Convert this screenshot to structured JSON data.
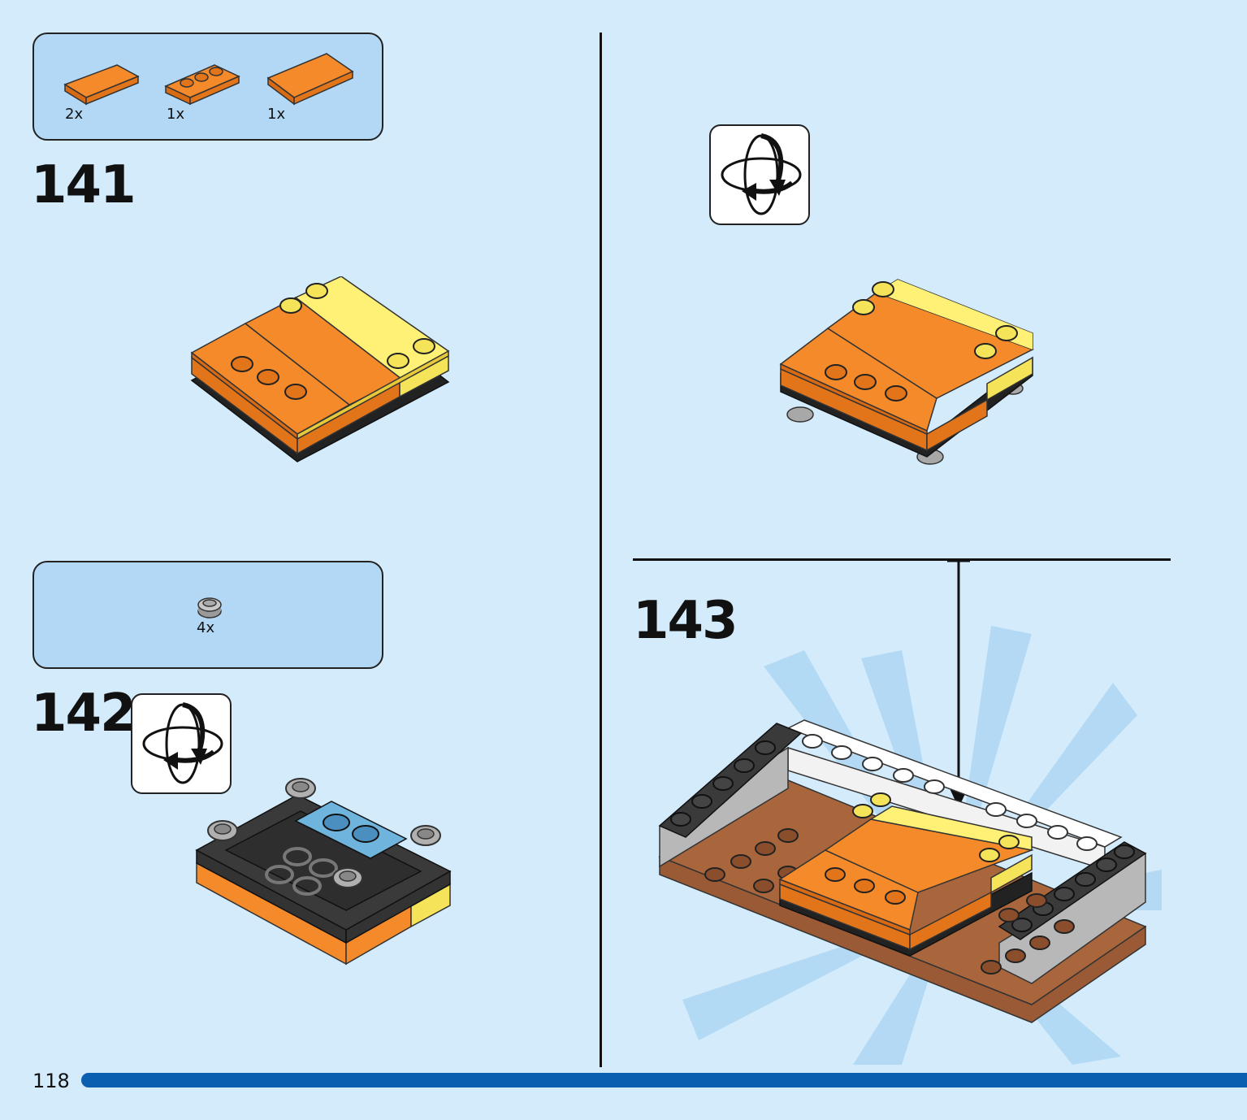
{
  "colors": {
    "background": "#d4ebfb",
    "parts_box": "#b3d8f5",
    "orange": "#f07d1e",
    "yellow": "#fff176",
    "brown": "#9a5a35",
    "page_bar": "#0a5fb0"
  },
  "steps": [
    {
      "number": "141",
      "parts": [
        {
          "icon": "orange-tile-1x2-icon",
          "qty": "2x"
        },
        {
          "icon": "orange-plate-1x3-icon",
          "qty": "1x"
        },
        {
          "icon": "orange-tile-2x2-icon",
          "qty": "1x"
        }
      ]
    },
    {
      "number": "142",
      "parts": [
        {
          "icon": "gray-round-plate-1x1-icon",
          "qty": "4x"
        }
      ],
      "rotate_icon": "rotate-model-icon"
    },
    {
      "number": "143",
      "rotate_icon": "rotate-model-icon"
    }
  ],
  "page": {
    "number": "118"
  }
}
